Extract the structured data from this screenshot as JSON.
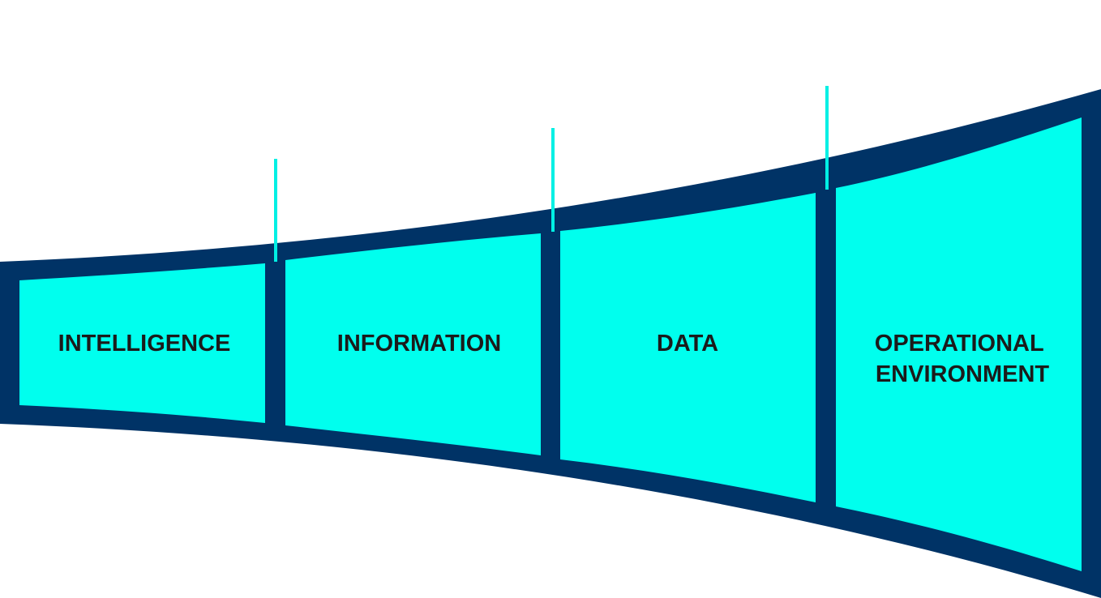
{
  "colors": {
    "frame": "#003366",
    "panel": "#00FFEE",
    "divider_tick": "#00F0E4",
    "text": "#1B1B1B",
    "background": "#FFFFFF"
  },
  "stages": [
    {
      "id": "intelligence",
      "lines": [
        "INTELLIGENCE"
      ]
    },
    {
      "id": "information",
      "lines": [
        "INFORMATION"
      ]
    },
    {
      "id": "data",
      "lines": [
        "DATA"
      ]
    },
    {
      "id": "operational-environment",
      "lines": [
        "OPERATIONAL",
        "ENVIRONMENT"
      ]
    }
  ]
}
